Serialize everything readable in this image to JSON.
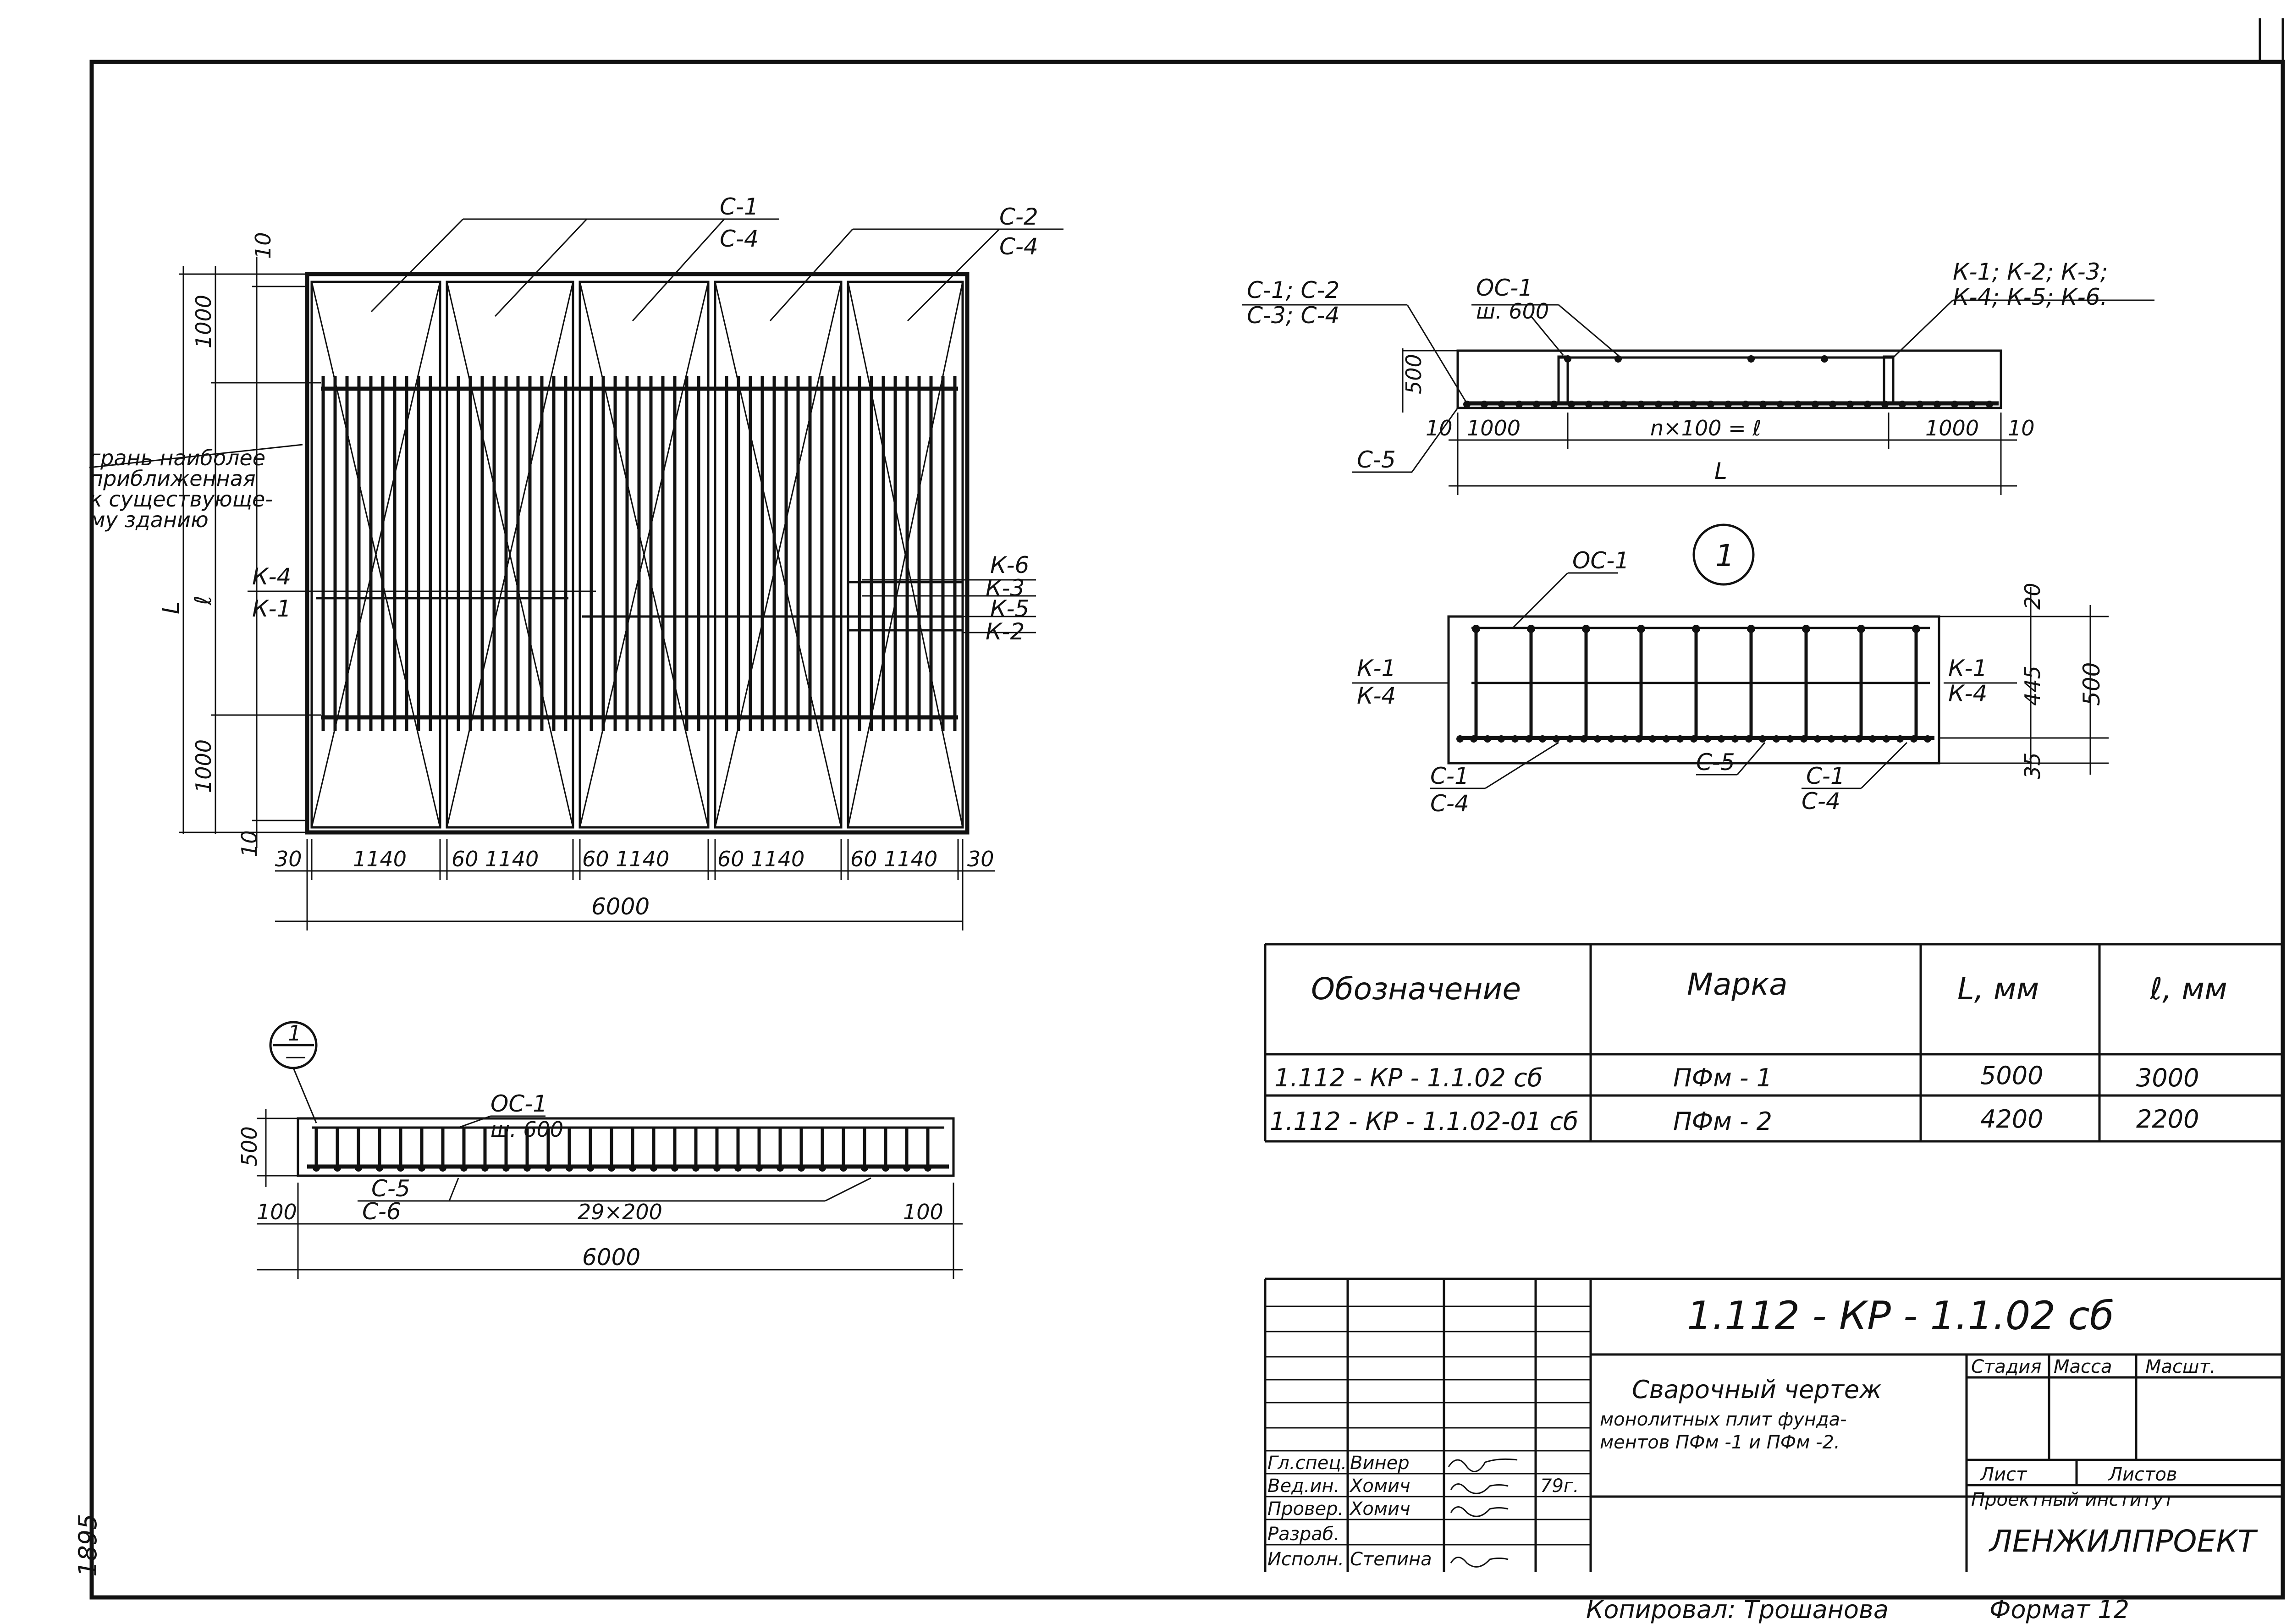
{
  "plan": {
    "labels_top_1": {
      "top": "С-1",
      "bottom": "С-4"
    },
    "labels_top_2": {
      "top": "С-2",
      "bottom": "С-4"
    },
    "dim_top_gap": "10",
    "dim_top_1000": "1000",
    "dim_bottom_1000": "1000",
    "dim_bottom_gap": "10",
    "dim_L": "L",
    "dim_l": "ℓ",
    "note_lines": [
      "грань наиболее",
      "приближенная",
      "к существующе-",
      "му зданию"
    ],
    "left_k": {
      "top": "К-4",
      "bottom": "К-1"
    },
    "right_k": [
      "К-6",
      "К-3",
      "К-5",
      "К-2"
    ],
    "bottom_dims": [
      "30",
      "1140",
      "60 1140",
      "60 1140",
      "60 1140",
      "60 1140",
      "30"
    ],
    "overall": "6000"
  },
  "section_side": {
    "left_top": "С-1; С-2",
    "left_bottom": "С-3; С-4",
    "oc_top": "ОС-1",
    "oc_bottom": "ш. 600",
    "k_top": "К-1; К-2; К-3;",
    "k_bottom": "К-4; К-5; К-6.",
    "height": "500",
    "dims": [
      "10",
      "1000",
      "n×100 = ℓ",
      "1000",
      "10"
    ],
    "c5": "С-5",
    "length": "L"
  },
  "section_1": {
    "marker": "1",
    "oc": "ОС-1",
    "left_k": {
      "top": "К-1",
      "bottom": "К-4"
    },
    "right_k": {
      "top": "К-1",
      "bottom": "К-4"
    },
    "dim_top": "20",
    "dim_mid": "445",
    "dim_bottom": "35",
    "dim_total": "500",
    "bottom_left": {
      "top": "С-1",
      "bottom": "С-4"
    },
    "bottom_c5": "С-5",
    "bottom_right": {
      "top": "С-1",
      "bottom": "С-4"
    }
  },
  "elevation": {
    "marker_top": "1",
    "marker_bottom": "—",
    "oc_top": "ОС-1",
    "oc_bottom": "ш. 600",
    "height": "500",
    "c5": "С-5",
    "c6": "С-6",
    "dims": [
      "100",
      "29×200",
      "100"
    ],
    "overall": "6000"
  },
  "spec_table": {
    "headers": [
      "Обозначение",
      "Марка",
      "L, мм",
      "ℓ, мм"
    ],
    "rows": [
      [
        "1.112 - КР - 1.1.02  сб",
        "ПФм - 1",
        "5000",
        "3000"
      ],
      [
        "1.112 - КР - 1.1.02-01 сб",
        "ПФм - 2",
        "4200",
        "2200"
      ]
    ]
  },
  "title_block": {
    "code": "1.112 - КР - 1.1.02   сб",
    "description": [
      "Сварочный  чертеж",
      "монолитных плит фунда-",
      "ментов ПФм -1 и ПФм -2."
    ],
    "stage_headers": [
      "Стадия",
      "Масса",
      "Масшт."
    ],
    "sheet_labels": [
      "Лист",
      "Листов"
    ],
    "institute_label": "Проектный институт",
    "institute": "ЛЕНЖИЛПРОЕКТ",
    "roles": [
      "Гл.спец.",
      "Вед.ин.",
      "Провер.",
      "Разраб.",
      "Исполн."
    ],
    "names": [
      "Винер",
      "Хомич",
      "Хомич",
      "",
      "Степина"
    ],
    "year": "79г."
  },
  "footer": {
    "copied": "Копировал: Трошанова",
    "format": "Формат  12"
  },
  "margin_number": "1895"
}
